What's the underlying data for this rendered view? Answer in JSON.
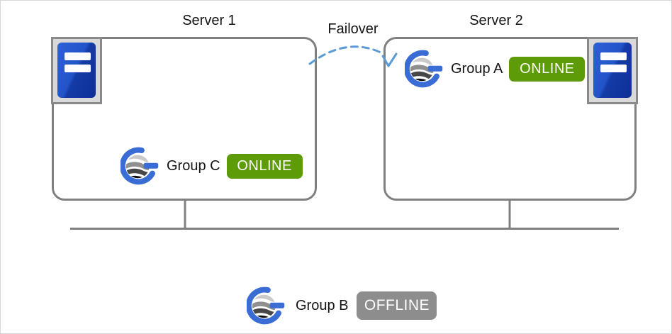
{
  "diagram": {
    "title_context": "cluster-failover-diagram",
    "servers": [
      {
        "id": "server1",
        "label": "Server 1"
      },
      {
        "id": "server2",
        "label": "Server 2"
      }
    ],
    "failover": {
      "label": "Failover",
      "direction": "server1-to-server2"
    },
    "groups": [
      {
        "name": "Group A",
        "status": "ONLINE",
        "location": "server2"
      },
      {
        "name": "Group B",
        "status": "OFFLINE",
        "location": "network"
      },
      {
        "name": "Group C",
        "status": "ONLINE",
        "location": "server1"
      }
    ],
    "icons": {
      "server_icon": "server-tower-icon",
      "group_icon": "group-logo-icon",
      "failover_icon": "dashed-arc-arrow-icon"
    },
    "colors": {
      "online_badge": "#5d9b09",
      "offline_badge": "#8d8d8d",
      "box_border": "#808080",
      "network_line": "#808080",
      "failover_arrow": "#5b9bd5",
      "logo_blue": "#3a6cd6",
      "server_icon_blue": "#1e4bbf",
      "server_icon_bg": "#d9d9d9"
    }
  }
}
